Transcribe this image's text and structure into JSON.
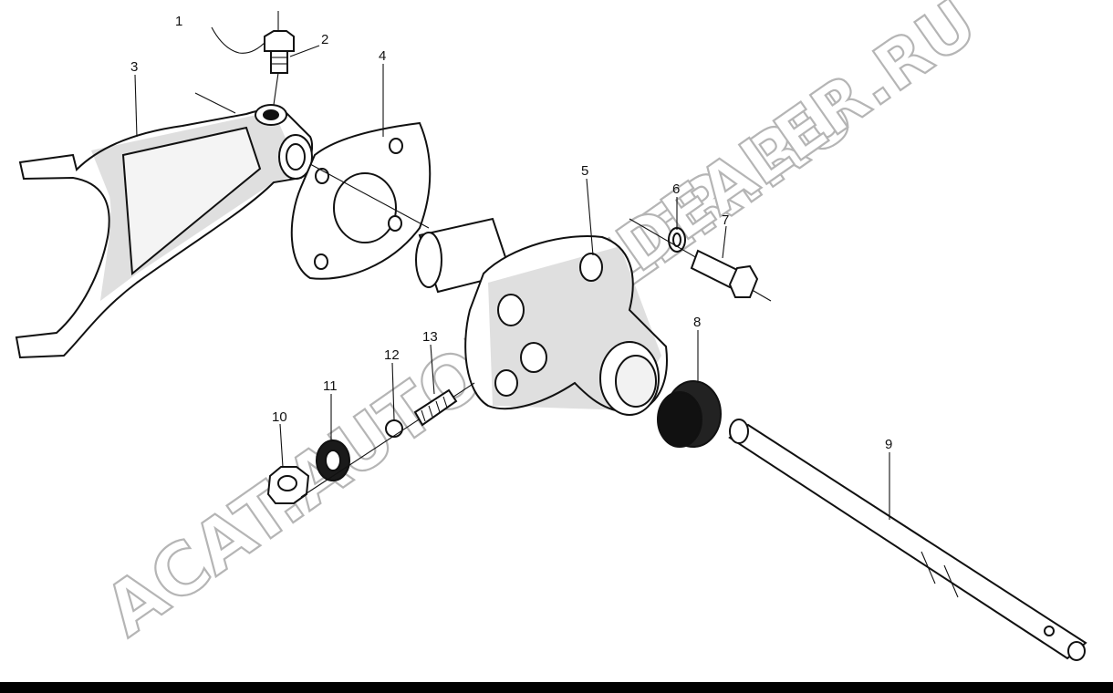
{
  "diagram": {
    "callouts": [
      {
        "id": "1",
        "label": "1"
      },
      {
        "id": "2",
        "label": "2"
      },
      {
        "id": "3",
        "label": "3"
      },
      {
        "id": "4",
        "label": "4"
      },
      {
        "id": "5",
        "label": "5"
      },
      {
        "id": "6",
        "label": "6"
      },
      {
        "id": "7",
        "label": "7"
      },
      {
        "id": "8",
        "label": "8"
      },
      {
        "id": "9",
        "label": "9"
      },
      {
        "id": "10",
        "label": "10"
      },
      {
        "id": "11",
        "label": "11"
      },
      {
        "id": "12",
        "label": "12"
      },
      {
        "id": "13",
        "label": "13"
      }
    ],
    "watermarks": {
      "primary": "ACAT.AUTODEALER.RU",
      "secondary": "DEALER.RU"
    }
  },
  "colors": {
    "ink": "#111111",
    "watermark_outline": "#b5b5b5",
    "background": "#ffffff",
    "bottom_bar": "#000000"
  }
}
